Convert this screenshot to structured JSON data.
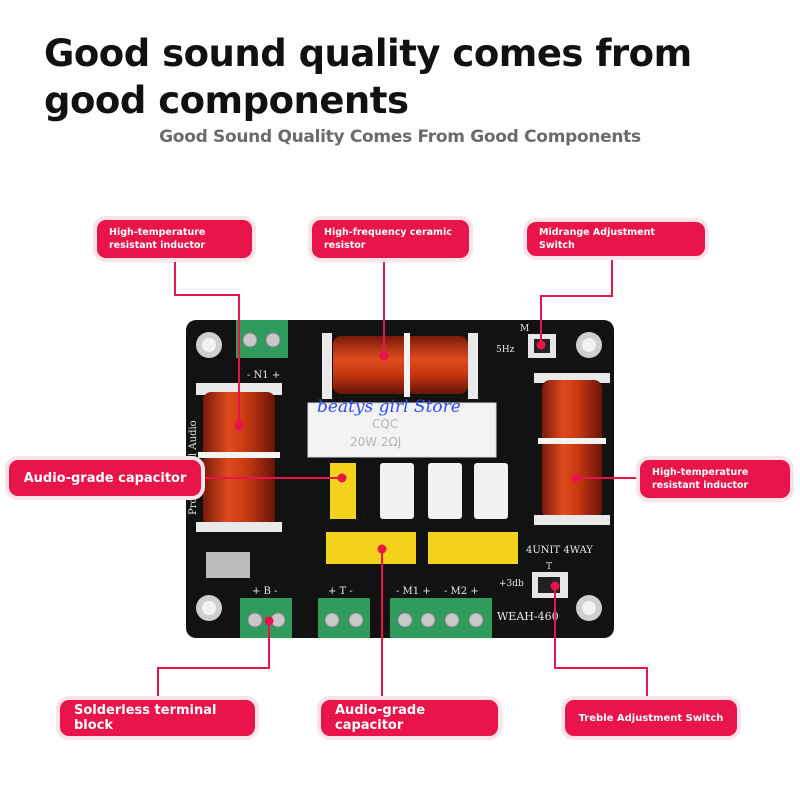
{
  "title": "Good sound quality comes from good components",
  "subtitle": "Good Sound Quality Comes From Good Components",
  "watermark": "beatys girl Store",
  "accent_color": "#e8144a",
  "callouts": {
    "inductor_left": {
      "line1": "High-temperature",
      "line2": "resistant inductor"
    },
    "ceramic_resistor": {
      "line1": "High-frequency ceramic",
      "line2": "resistor"
    },
    "midrange_switch": "Midrange Adjustment Switch",
    "capacitor_left": "Audio-grade capacitor",
    "inductor_right": {
      "line1": "High-temperature",
      "line2": "resistant inductor"
    },
    "terminal_block": "Solderless terminal block",
    "capacitor_bottom": "Audio-grade capacitor",
    "treble_switch": "Treble Adjustment Switch"
  },
  "board": {
    "side_text": "Professional Audio",
    "resistor_text1": "CQC",
    "resistor_text2": "20W 2ΩJ",
    "terminal_n": "- N1 +",
    "terminal_b": "+ B -",
    "terminal_t": "+ T -",
    "terminal_m1": "- M1 +",
    "terminal_m2": "- M2 +",
    "switch_m_label": "M",
    "switch_m_freq": "5Hz",
    "switch_t_label": "T",
    "switch_t_db": "+3db",
    "unit_text": "4UNIT 4WAY",
    "model": "WEAH-460"
  }
}
